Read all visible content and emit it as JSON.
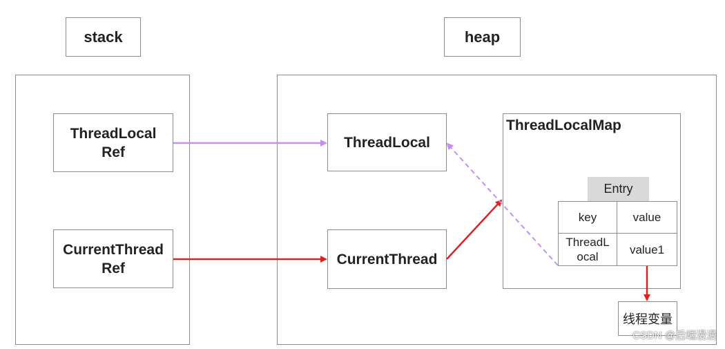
{
  "stack_label": "stack",
  "heap_label": "heap",
  "threadlocal_ref": "ThreadLocal\nRef",
  "currentthread_ref": "CurrentThread\nRef",
  "threadlocal": "ThreadLocal",
  "currentthread": "CurrentThread",
  "map_title": "ThreadLocalMap",
  "entry_label": "Entry",
  "table": {
    "key_header": "key",
    "value_header": "value",
    "key_cell": "ThreadL\nocal",
    "value_cell": "value1"
  },
  "thread_variable": "线程变量",
  "watermark": "CSDN @后端漫漫",
  "colors": {
    "purple": "#c38ff0",
    "red": "#e02020",
    "border": "#8c8c8c",
    "entry_bg": "#d9d9d9"
  }
}
